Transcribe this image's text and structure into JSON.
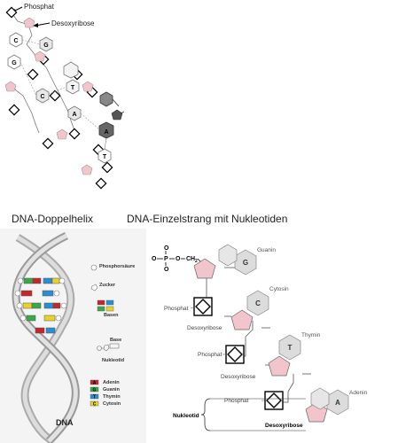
{
  "top_diagram": {
    "phosphat_label": "Phosphat",
    "desoxyribose_label": "Desoxyribose",
    "bases": [
      "C",
      "G",
      "G",
      "C",
      "T",
      "A",
      "A",
      "T"
    ]
  },
  "captions": {
    "doppelhelix": "DNA-Doppelhelix",
    "einzelstrang": "DNA-Einzelstrang mit Nukleotiden"
  },
  "helix_legend": {
    "phosphorsaeure": "Phosphorsäure",
    "zucker": "Zucker",
    "basen": "Basen",
    "base": "Base",
    "nukleotid": "Nukleotid",
    "adenin": "Adenin",
    "guanin": "Guanin",
    "thymin": "Thymin",
    "cytosin": "Cytosin",
    "dna": "DNA",
    "colors": {
      "adenin": "#c0282d",
      "guanin": "#3aa84a",
      "thymin": "#2a8fd0",
      "cytosin": "#e8d22a"
    }
  },
  "strand": {
    "formula": {
      "o1": "O",
      "p": "P",
      "o2": "O",
      "ch2": "CH",
      "sub": "2",
      "o_top": "O",
      "o_bot": "O"
    },
    "bases": [
      {
        "letter": "G",
        "name": "Guanin"
      },
      {
        "letter": "C",
        "name": "Cytosin"
      },
      {
        "letter": "T",
        "name": "Thymin"
      },
      {
        "letter": "A",
        "name": "Adenin"
      }
    ],
    "phosphat_label": "Phosphat",
    "desoxyribose_label": "Desoxyribose",
    "nukleotid_label": "Nukleotid"
  }
}
